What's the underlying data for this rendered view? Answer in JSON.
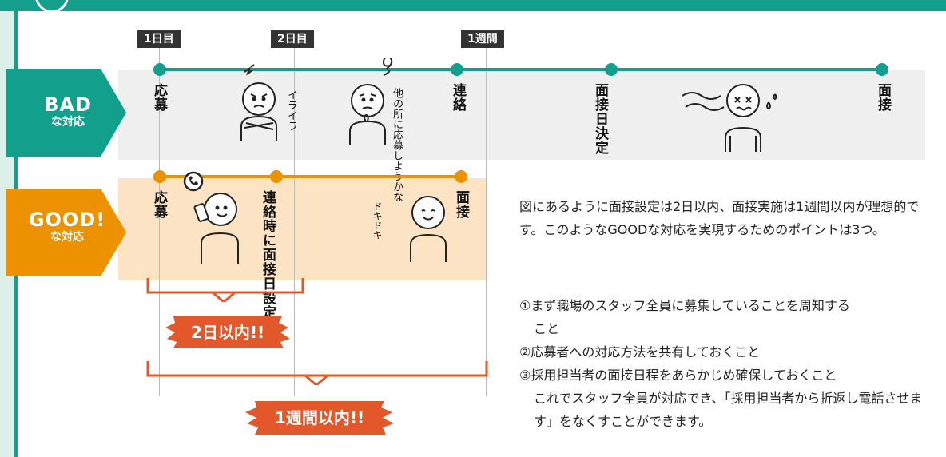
{
  "colors": {
    "green": "#12a08c",
    "orange": "#ec9100",
    "red": "#e2582a",
    "gray_band": "#efefef",
    "peach_band": "#fbe3c4",
    "mint": "#dcefe9"
  },
  "timeline": {
    "day_labels": [
      "1日目",
      "2日目",
      "1週間"
    ],
    "bad": {
      "tag_big": "BAD",
      "tag_small": "な対応",
      "events": [
        "応募",
        "連絡",
        "面接日決定",
        "面接"
      ],
      "speech_1": "イライラ",
      "speech_2": "他の所に応募しようかな"
    },
    "good": {
      "tag_big": "GOOD!",
      "tag_small": "な対応",
      "events": [
        "応募",
        "連絡時に面接日設定",
        "面接"
      ],
      "speech": "ドキドキ"
    },
    "range_1": "2日以内!!",
    "range_2": "1週間以内!!"
  },
  "description": {
    "intro": "図にあるように面接設定は2日以内、面接実施は1週間以内が理想的です。このようなGOODな対応を実現するためのポイントは3つ。",
    "points": [
      "①まず職場のスタッフ全員に募集していることを周知すること",
      "②応募者への対応方法を共有しておくこと",
      "③採用担当者の面接日程をあらかじめ確保しておくこと"
    ],
    "closing": "これでスタッフ全員が対応でき、「採用担当者から折返し電話させます」をなくすことができます。"
  }
}
